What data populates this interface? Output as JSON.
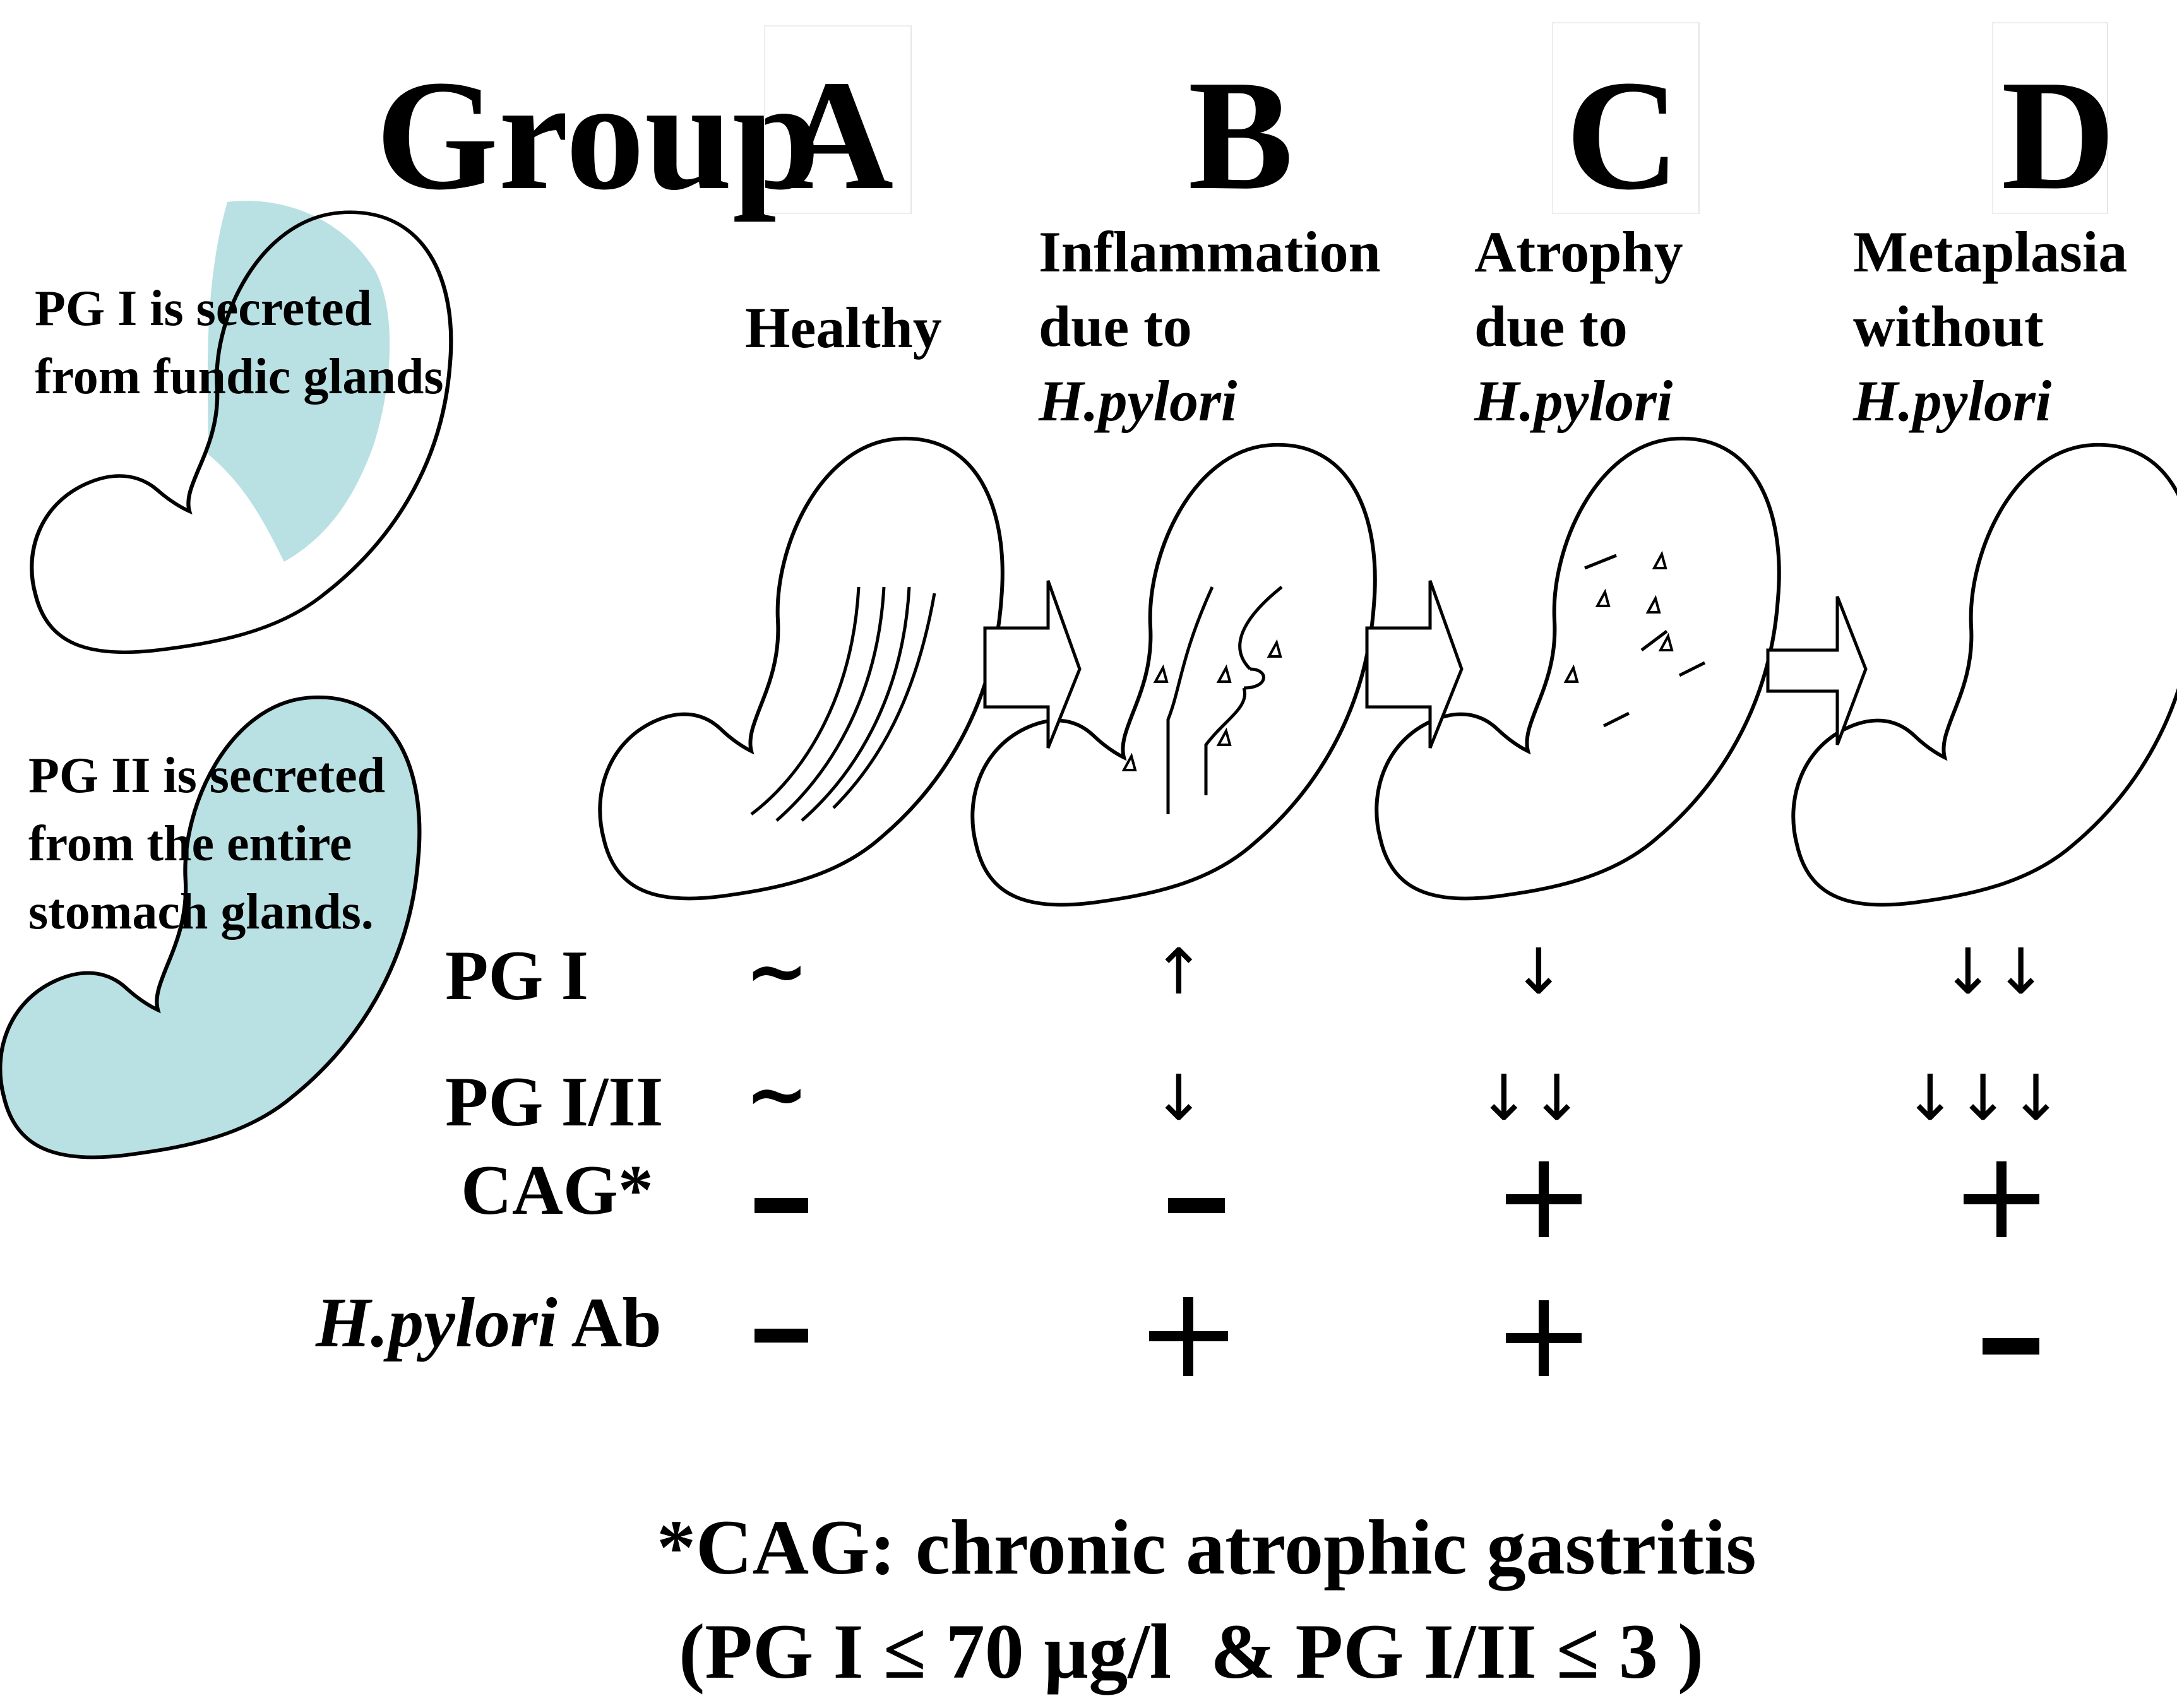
{
  "header": {
    "group_label": "Group",
    "columns": [
      {
        "letter": "A",
        "desc": [
          "Healthy"
        ]
      },
      {
        "letter": "B",
        "desc": [
          "Inflammation",
          "due to"
        ],
        "desc_italic": "H.pylori"
      },
      {
        "letter": "C",
        "desc": [
          "Atrophy",
          "due to"
        ],
        "desc_italic": "H.pylori"
      },
      {
        "letter": "D",
        "desc": [
          "Metaplasia",
          "without"
        ],
        "desc_italic": "H.pylori"
      }
    ]
  },
  "side_notes": {
    "pg1": [
      "PG I is secreted",
      "from fundic glands"
    ],
    "pg2": [
      "PG II is secreted",
      "from the entire",
      "stomach glands."
    ]
  },
  "rows": {
    "pg1": {
      "label": "PG I",
      "values": [
        "~",
        "↑",
        "↓",
        "↓↓"
      ]
    },
    "pg12": {
      "label": "PG I/II",
      "values": [
        "~",
        "↓",
        "↓↓",
        "↓↓↓"
      ]
    },
    "cag": {
      "label": "CAG*",
      "values": [
        "−",
        "−",
        "+",
        "+"
      ]
    },
    "hp": {
      "label_italic": "H.pylori",
      "label_rest": " Ab",
      "values": [
        "−",
        "+",
        "+",
        "−"
      ]
    }
  },
  "footnote": {
    "line1": "*CAG: chronic atrophic gastritis",
    "line2": "(PG I ≤ 70 µg/l  & PG I/II ≤ 3 )"
  },
  "colors": {
    "gland_fill": "#b9e0e3",
    "stroke": "#000000"
  }
}
